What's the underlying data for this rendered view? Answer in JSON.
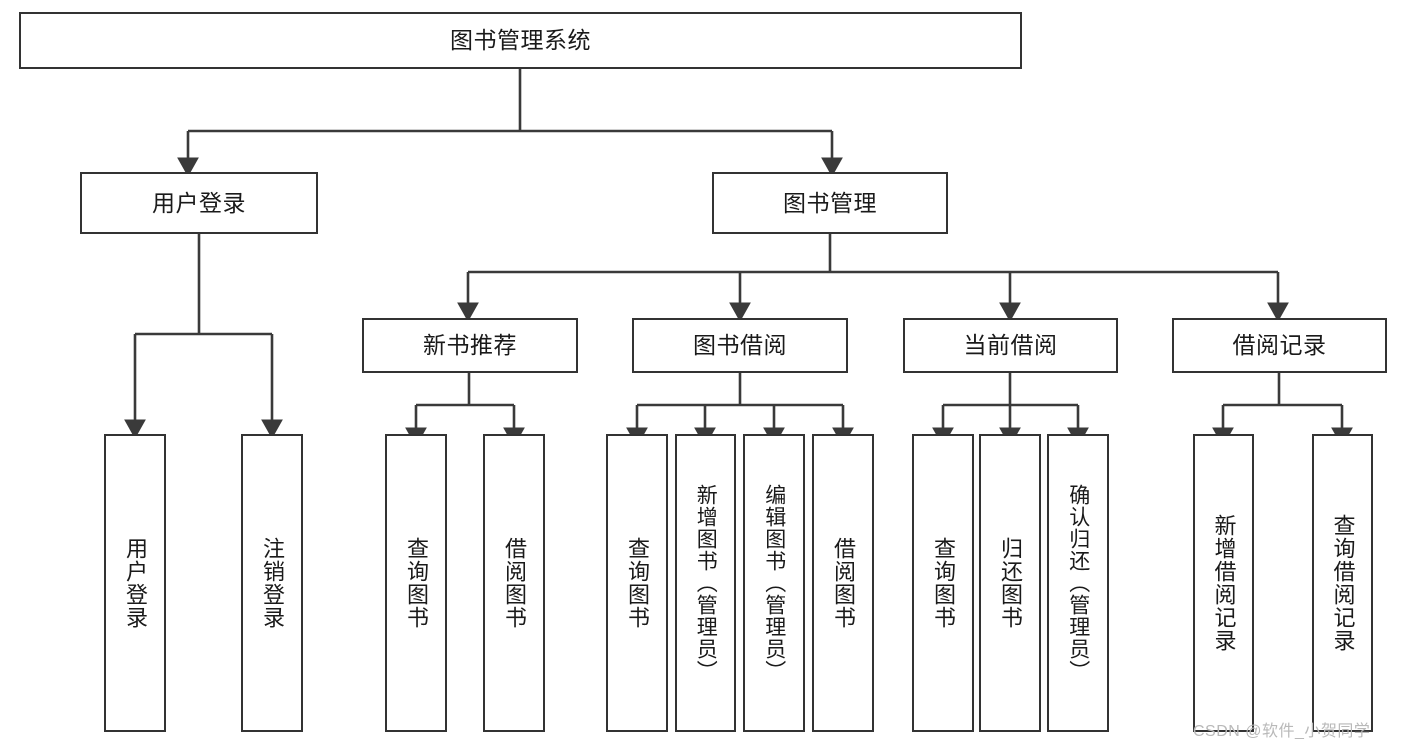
{
  "diagram": {
    "title": "图书管理系统",
    "type": "tree-hierarchy",
    "watermark": "CSDN @软件_小贺同学",
    "colors": {
      "box_border": "#333333",
      "box_fill": "#ffffff",
      "connector": "#3a3a3a",
      "text": "#1a1a1a",
      "watermark": "#b9b9b9",
      "background": "#ffffff"
    }
  },
  "nodes": {
    "root": {
      "label": "图书管理系统"
    },
    "level1": [
      {
        "id": "user-login",
        "label": "用户登录"
      },
      {
        "id": "book-manage",
        "label": "图书管理"
      }
    ],
    "level2": [
      {
        "id": "new-book-recommend",
        "label": "新书推荐"
      },
      {
        "id": "book-borrow",
        "label": "图书借阅"
      },
      {
        "id": "current-borrow",
        "label": "当前借阅"
      },
      {
        "id": "borrow-record",
        "label": "借阅记录"
      }
    ],
    "leaves": {
      "user_login": [
        {
          "id": "leaf-user-login",
          "label": "用户登录"
        },
        {
          "id": "leaf-logout-login",
          "label": "注销登录"
        }
      ],
      "new_book_recommend": [
        {
          "id": "leaf-query-book-1",
          "label": "查询图书"
        },
        {
          "id": "leaf-borrow-book-1",
          "label": "借阅图书"
        }
      ],
      "book_borrow": [
        {
          "id": "leaf-query-book-2",
          "label": "查询图书"
        },
        {
          "id": "leaf-add-book",
          "label": "新增图书（管理员）"
        },
        {
          "id": "leaf-edit-book",
          "label": "编辑图书（管理员）"
        },
        {
          "id": "leaf-borrow-book-2",
          "label": "借阅图书"
        }
      ],
      "current_borrow": [
        {
          "id": "leaf-query-book-3",
          "label": "查询图书"
        },
        {
          "id": "leaf-return-book",
          "label": "归还图书"
        },
        {
          "id": "leaf-confirm-return",
          "label": "确认归还（管理员）"
        }
      ],
      "borrow_record": [
        {
          "id": "leaf-add-record",
          "label": "新增借阅记录"
        },
        {
          "id": "leaf-query-record",
          "label": "查询借阅记录"
        }
      ]
    }
  }
}
